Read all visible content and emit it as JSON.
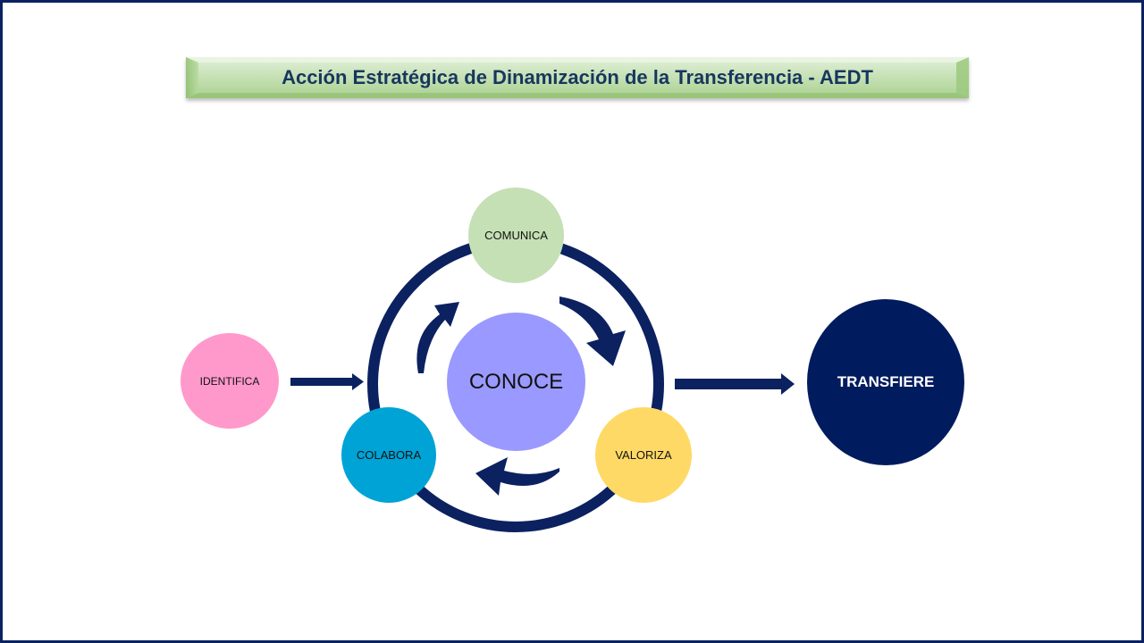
{
  "title": "Acción Estratégica de Dinamización de la Transferencia - AEDT",
  "nodes": {
    "comunica": "COMUNICA",
    "conoce": "CONOCE",
    "identifica": "IDENTIFICA",
    "colabora": "COLABORA",
    "valoriza": "VALORIZA",
    "transfiere": "TRANSFIERE"
  },
  "colors": {
    "frame": "#0b2160",
    "title_text": "#17375e",
    "banner_green": "#a9d18e",
    "cycle_ring": "#0b2160",
    "comunica": "#c5e0b4",
    "conoce": "#9999ff",
    "identifica": "#ff99cc",
    "colabora": "#00a3d6",
    "valoriza": "#ffd966",
    "transfiere": "#001b5e"
  },
  "icons": {
    "cycle_arrows": "curved-arrow-icon",
    "flow_arrows": "right-arrow-icon"
  }
}
